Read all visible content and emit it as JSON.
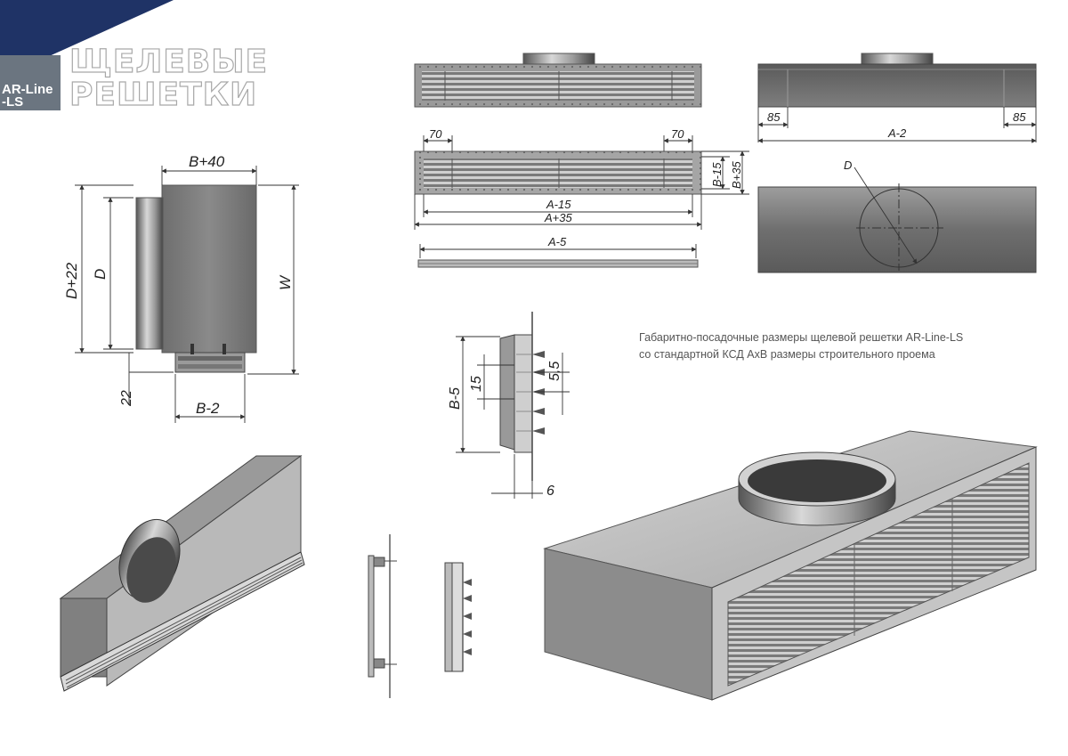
{
  "brand": {
    "title_line1": "ЩЕЛЕВЫЕ",
    "title_line2": "РЕШЕТКИ",
    "logo_line1": "AR-Line",
    "logo_line2": "-LS",
    "banner_color": "#1f3366",
    "logo_bg": "#6b7580"
  },
  "description": {
    "line1": "Габаритно-посадочные размеры щелевой решетки AR-Line-LS",
    "line2": "со стандартной КСД АхВ размеры строительного проема"
  },
  "dims": {
    "side": {
      "b40": "B+40",
      "d22": "D+22",
      "d": "D",
      "w": "W",
      "n22": "22",
      "b2": "B-2"
    },
    "front": {
      "n70a": "70",
      "n70b": "70",
      "b15": "B-15",
      "b35": "B+35",
      "a15": "A-15",
      "a35": "A+35",
      "a5": "A-5"
    },
    "top": {
      "n85a": "85",
      "n85b": "85",
      "a2": "A-2",
      "d": "D"
    },
    "profile": {
      "b5": "B-5",
      "n15": "15",
      "n55": "5,5",
      "n6": "6"
    }
  }
}
